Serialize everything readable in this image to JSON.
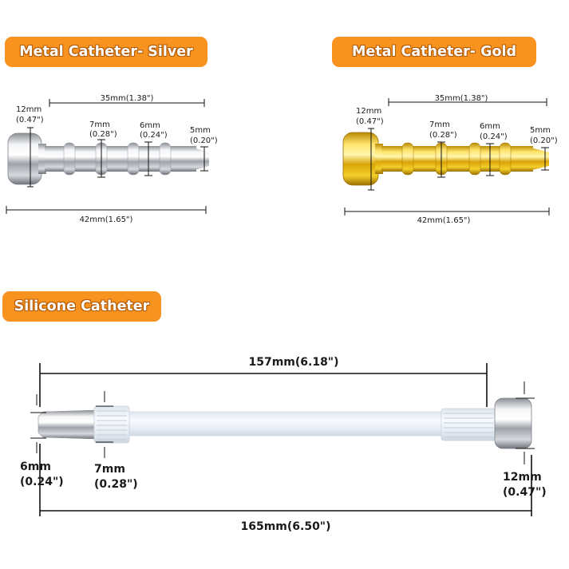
{
  "badges": {
    "silver": "Metal Catheter- Silver",
    "gold": "Metal Catheter- Gold",
    "silicone": "Silicone Catheter"
  },
  "silver_dims": {
    "length_35": "35mm(1.38\")",
    "head_12": "12mm",
    "head_12_in": "(0.47\")",
    "ring_7": "7mm",
    "ring_7_in": "(0.28\")",
    "body_6": "6mm",
    "body_6_in": "(0.24\")",
    "tip_5": "5mm",
    "tip_5_in": "(0.20\")",
    "total_42": "42mm(1.65\")"
  },
  "gold_dims": {
    "length_35": "35mm(1.38\")",
    "head_12": "12mm",
    "head_12_in": "(0.47\")",
    "ring_7": "7mm",
    "ring_7_in": "(0.28\")",
    "body_6": "6mm",
    "body_6_in": "(0.24\")",
    "tip_5": "5mm",
    "tip_5_in": "(0.20\")",
    "total_42": "42mm(1.65\")"
  },
  "silicone_dims": {
    "length_157": "157mm(6.18\")",
    "tip_6": "6mm",
    "tip_6_in": "(0.24\")",
    "ring_7": "7mm",
    "ring_7_in": "(0.28\")",
    "head_12": "12mm",
    "head_12_in": "(0.47\")",
    "total_165": "165mm(6.50\")"
  },
  "colors": {
    "badge": "#f7931e",
    "silver": "#c9ccd1",
    "gold": "#f2c31a"
  }
}
